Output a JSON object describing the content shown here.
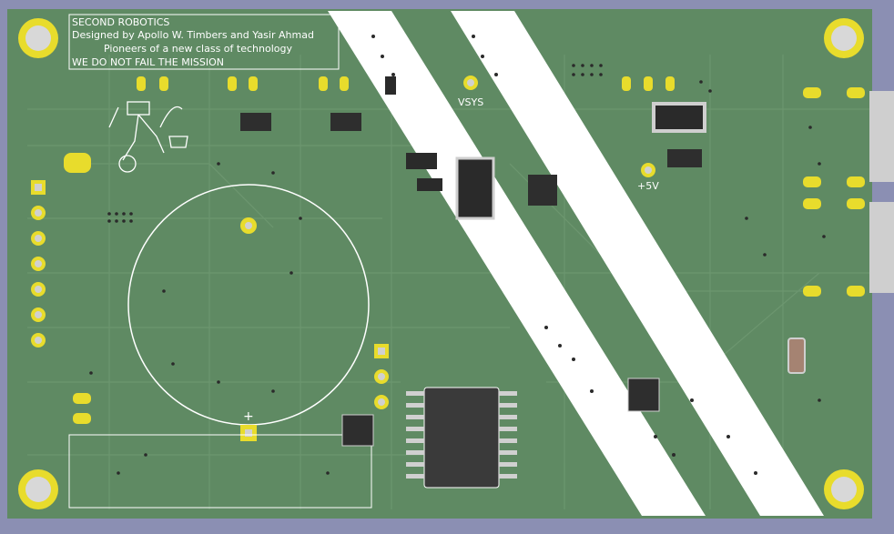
{
  "silkscreen": {
    "title": "SECOND ROBOTICS",
    "designers": "Designed by Apollo W. Timbers and Yasir Ahmad",
    "tagline": "Pioneers of a new class of technology",
    "motto": "WE DO NOT FAIL THE MISSION",
    "vsys_label": "VSYS",
    "v5_label": "+5V",
    "plus_label": "+"
  },
  "colors": {
    "background": "#8b8fb3",
    "board": "#5f8a63",
    "trace": "#6f9a72",
    "silk": "#ffffff",
    "pad": "#e8dc2c",
    "ic_body": "#3a3a3a",
    "cutout": "#ffffff"
  }
}
